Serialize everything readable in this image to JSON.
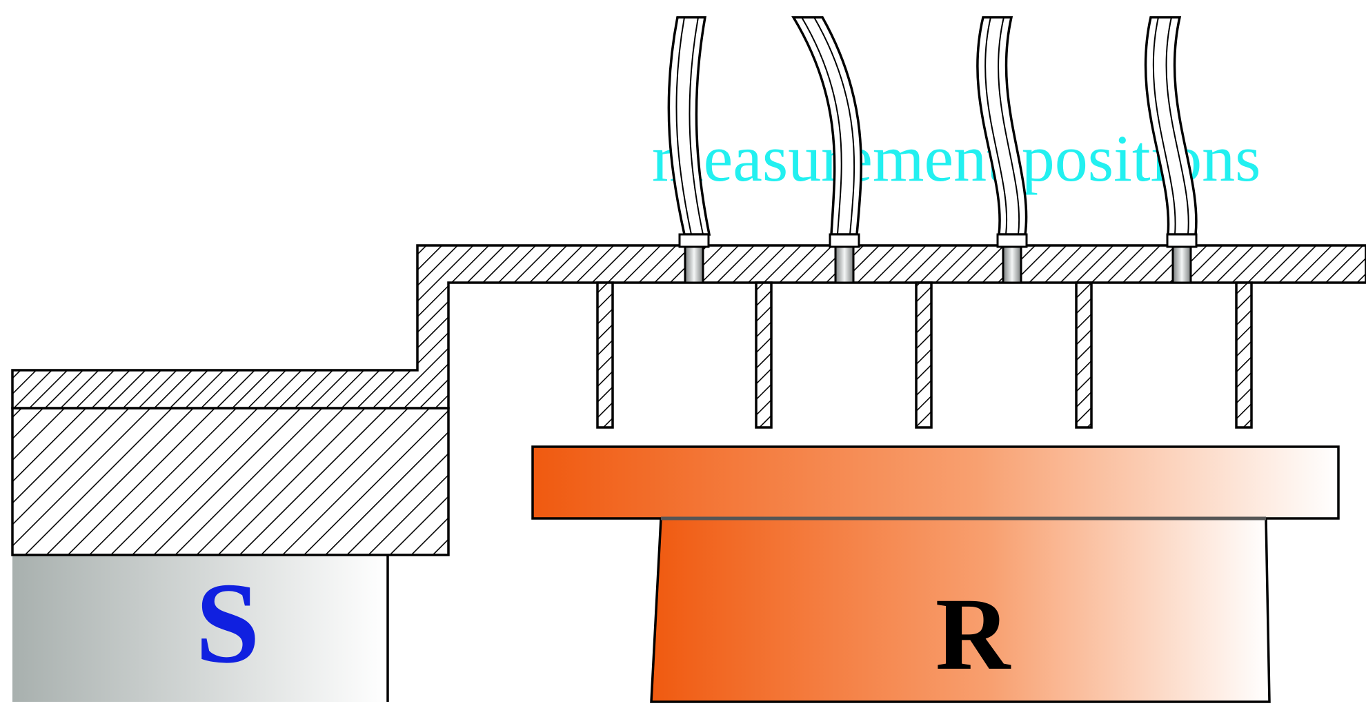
{
  "diagram": {
    "caption": "measurement positions",
    "stator_label": "S",
    "rotor_label": "R",
    "colors": {
      "caption": "#22f0f0",
      "stator_label": "#1020e0",
      "rotor_label": "#000000",
      "stator_fill_dark": "#a8b0ae",
      "stator_fill_light": "#ffffff",
      "rotor_fill_dark": "#f05a10",
      "rotor_fill_light": "#ffffff",
      "outline": "#000000",
      "probe_tip": "#b8bcbc"
    },
    "probe_count": 4,
    "fin_count": 5
  }
}
